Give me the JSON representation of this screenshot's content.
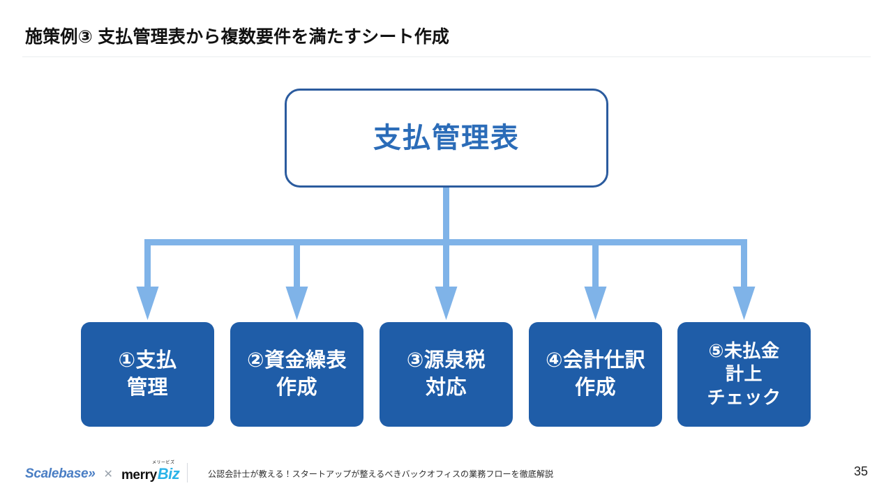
{
  "header": {
    "title": "施策例③ 支払管理表から複数要件を満たすシート作成"
  },
  "diagram": {
    "type": "tree",
    "root": {
      "label": "支払管理表",
      "border_color": "#2B5B9E",
      "text_color": "#2B6CB8",
      "fill_color": "#FFFFFF"
    },
    "connector_color": "#7FB3E8",
    "leaves": [
      {
        "id": 1,
        "label": "①支払\n管理",
        "marker": "①",
        "text": "支払管理",
        "lines": 2
      },
      {
        "id": 2,
        "label": "②資金繰表\n作成",
        "marker": "②",
        "text": "資金繰表作成",
        "lines": 2
      },
      {
        "id": 3,
        "label": "③源泉税\n対応",
        "marker": "③",
        "text": "源泉税対応",
        "lines": 2
      },
      {
        "id": 4,
        "label": "④会計仕訳\n作成",
        "marker": "④",
        "text": "会計仕訳作成",
        "lines": 2
      },
      {
        "id": 5,
        "label": "⑤未払金\n計上\nチェック",
        "marker": "⑤",
        "text": "未払金計上チェック",
        "lines": 3
      }
    ],
    "leaf_fill_color": "#1F5DA8",
    "leaf_text_color": "#FFFFFF"
  },
  "footer": {
    "brand_primary": "Scalebase»",
    "brand_cross": "✕",
    "brand_secondary_kana": "メリービズ",
    "brand_secondary_main": "merry",
    "brand_secondary_accent": "Biz",
    "tagline": "公認会計士が教える！スタートアップが整えるべきバックオフィスの業務フローを徹底解説",
    "page_number": "35"
  }
}
